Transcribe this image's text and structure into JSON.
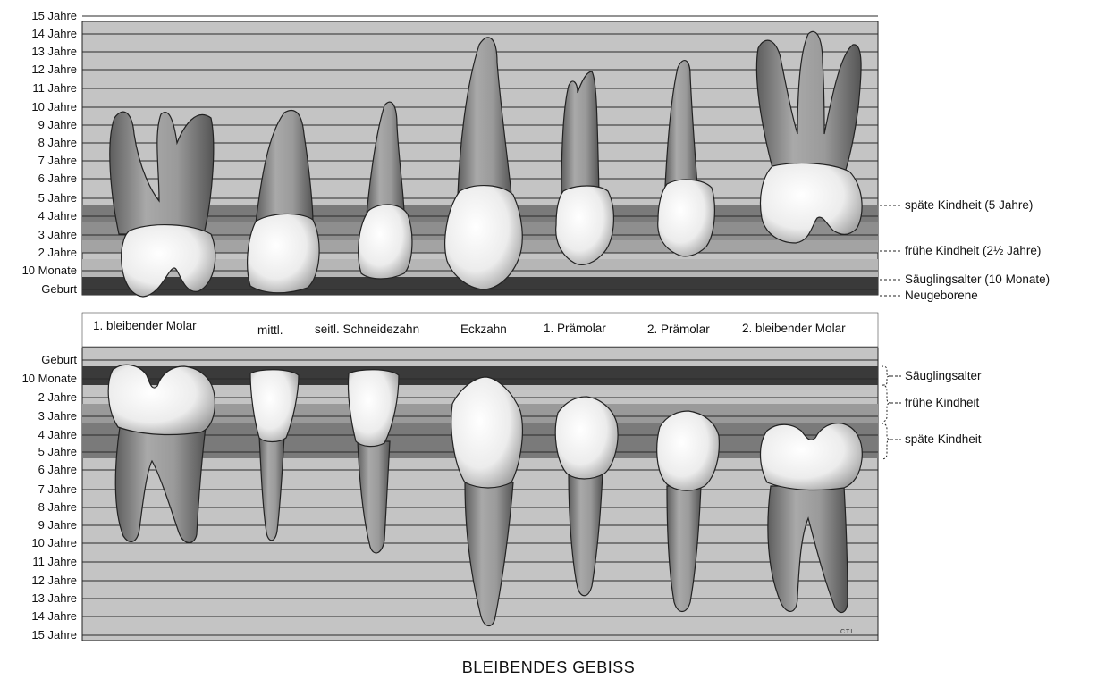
{
  "title": "BLEIBENDES GEBISS",
  "upper_age_labels": [
    "15 Jahre",
    "14 Jahre",
    "13 Jahre",
    "12 Jahre",
    "11 Jahre",
    "10 Jahre",
    "9 Jahre",
    "8 Jahre",
    "7 Jahre",
    "6 Jahre",
    "5 Jahre",
    "4 Jahre",
    "3 Jahre",
    "2 Jahre",
    "10 Monate",
    "Geburt"
  ],
  "lower_age_labels": [
    "Geburt",
    "10 Monate",
    "2 Jahre",
    "3 Jahre",
    "4 Jahre",
    "5 Jahre",
    "6 Jahre",
    "7 Jahre",
    "8 Jahre",
    "9 Jahre",
    "10 Jahre",
    "11 Jahre",
    "12 Jahre",
    "13 Jahre",
    "14 Jahre",
    "15 Jahre"
  ],
  "tooth_names": [
    "1. bleibender Molar",
    "mittl.",
    "seitl. Schneidezahn",
    "Eckzahn",
    "1. Prämolar",
    "2. Prämolar",
    "2. bleibender Molar"
  ],
  "upper_legend": [
    "späte Kindheit (5 Jahre)",
    "frühe Kindheit (2½ Jahre)",
    "Säuglingsalter (10 Monate)",
    "Neugeborene"
  ],
  "lower_legend": [
    "Säuglingsalter",
    "frühe Kindheit",
    "späte Kindheit"
  ],
  "artist_mark": "CTL",
  "colors": {
    "background_band": "#c9c9c9",
    "grid_line": "#2a2a2a",
    "dark_band": "#3a3a3a",
    "mid_band": "#7d7d7d",
    "root": "#8f8f8f",
    "crown": "#ececec"
  }
}
